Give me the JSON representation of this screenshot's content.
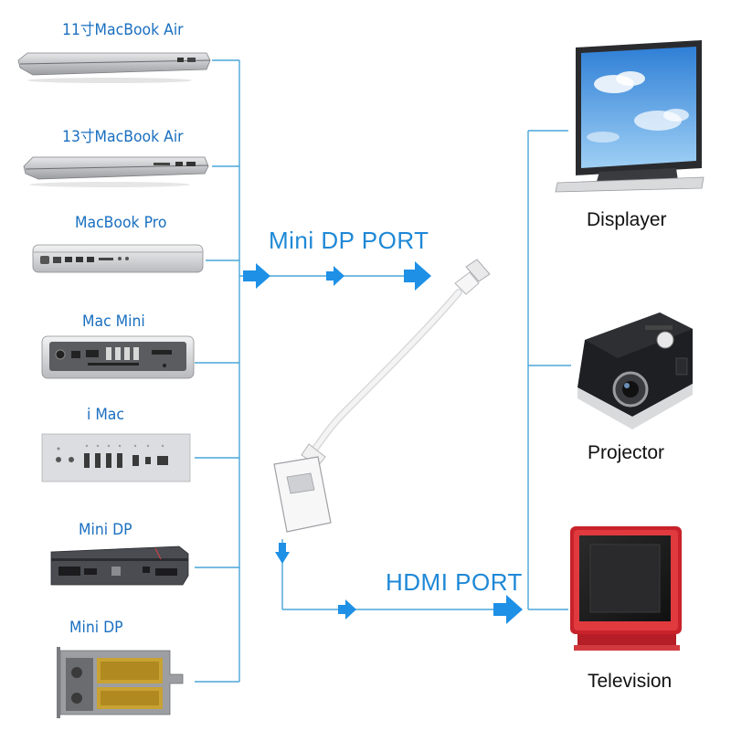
{
  "colors": {
    "line": "#4aa6d8",
    "arrow": "#1e90e6",
    "source_label": "#1a6fc0",
    "port_label": "#1e88d6",
    "output_label": "#111111"
  },
  "sources": [
    {
      "label": "11寸MacBook Air",
      "icon": "macbook-air-11-icon"
    },
    {
      "label": "13寸MacBook Air",
      "icon": "macbook-air-13-icon"
    },
    {
      "label": "MacBook Pro",
      "icon": "macbook-pro-icon"
    },
    {
      "label": "Mac  Mini",
      "icon": "mac-mini-icon"
    },
    {
      "label": "i Mac",
      "icon": "imac-ports-icon"
    },
    {
      "label": "Mini DP",
      "icon": "laptop-mini-dp-icon"
    },
    {
      "label": "Mini DP",
      "icon": "graphics-card-icon"
    }
  ],
  "ports": {
    "input": "Mini DP  PORT",
    "output": "HDMI PORT"
  },
  "adapter": {
    "icon": "mini-dp-to-hdmi-adapter-icon"
  },
  "outputs": [
    {
      "label": "Displayer",
      "icon": "monitor-icon"
    },
    {
      "label": "Projector",
      "icon": "projector-icon"
    },
    {
      "label": "Television",
      "icon": "television-icon"
    }
  ]
}
